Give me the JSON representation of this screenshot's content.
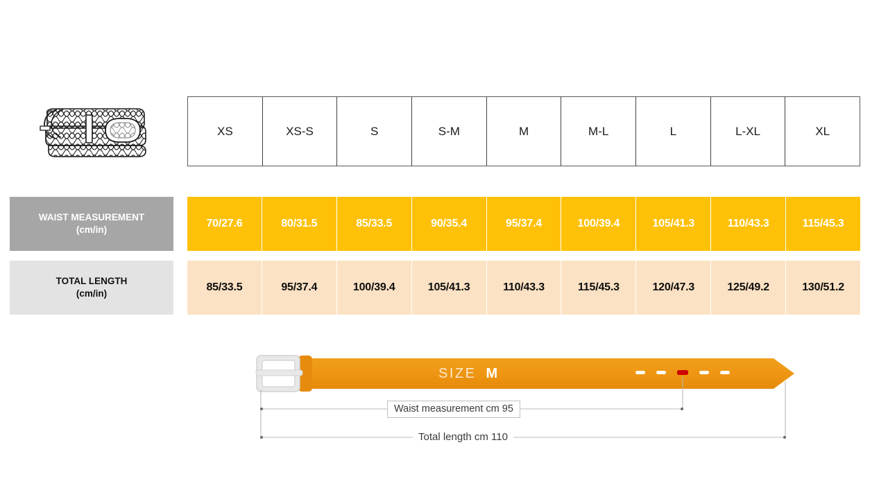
{
  "product": {
    "icon_name": "braided-belt-icon"
  },
  "size_table": {
    "columns": [
      "XS",
      "XS-S",
      "S",
      "S-M",
      "M",
      "M-L",
      "L",
      "L-XL",
      "XL"
    ]
  },
  "rows": [
    {
      "key": "waist",
      "label_line1": "WAIST MEASUREMENT",
      "label_line2": "(cm/in)",
      "values": [
        "70/27.6",
        "80/31.5",
        "85/33.5",
        "90/35.4",
        "95/37.4",
        "100/39.4",
        "105/41.3",
        "110/43.3",
        "115/45.3"
      ]
    },
    {
      "key": "total",
      "label_line1": "TOTAL LENGTH",
      "label_line2": "(cm/in)",
      "values": [
        "85/33.5",
        "95/37.4",
        "100/39.4",
        "105/41.3",
        "110/43.3",
        "115/45.3",
        "120/47.3",
        "125/49.2",
        "130/51.2"
      ]
    }
  ],
  "diagram": {
    "size_caption": "SIZE",
    "size_value": "M",
    "waist_label": "Waist measurement cm 95",
    "total_label": "Total length cm 110",
    "holes_count": 5,
    "active_hole_index": 3
  },
  "colors": {
    "amber": "#ffc107",
    "peach": "#fce2c4",
    "gray_dark": "#a6a6a6",
    "gray_light": "#e3e3e3",
    "belt_orange": "#ef9614",
    "belt_orange_dark": "#e78b0d",
    "hole_active": "#cc0000",
    "buckle_gray": "#e0e0e0"
  }
}
